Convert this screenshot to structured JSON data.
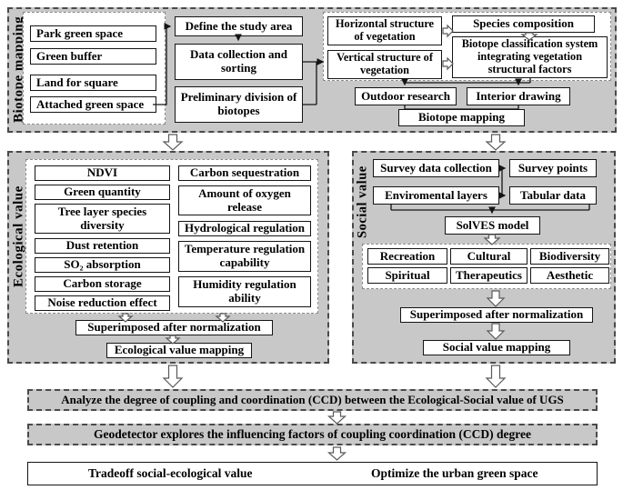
{
  "diagram": {
    "colors": {
      "section_bg": "#c8c8c8",
      "box_bg": "#ffffff",
      "line": "#141414"
    },
    "biotope_mapping": {
      "label": "Biotope mapping",
      "green_space_types": [
        "Park green space",
        "Green buffer",
        "Land for square",
        "Attached green space"
      ],
      "steps": [
        "Define the study area",
        "Data collection and sorting",
        "Preliminary division of biotopes"
      ],
      "vegetation_structures": [
        "Horizontal structure of vegetation",
        "Vertical structure of vegetation"
      ],
      "species_composition": "Species composition",
      "classification_system": "Biotope classification system integrating vegetation structural factors",
      "research_methods": [
        "Outdoor research",
        "Interior drawing"
      ],
      "mapping_result": "Biotope mapping"
    },
    "ecological_value": {
      "label": "Ecological value",
      "indicators_left": [
        "NDVI",
        "Green quantity",
        "Tree layer species diversity",
        "Dust retention",
        "SO₂ absorption",
        "Carbon storage",
        "Noise reduction effect"
      ],
      "indicators_right": [
        "Carbon sequestration",
        "Amount of oxygen release",
        "Hydrological regulation",
        "Temperature regulation capability",
        "Humidity regulation ability"
      ],
      "superimposed": "Superimposed after normalization",
      "mapping_result": "Ecological value mapping"
    },
    "social_value": {
      "label": "Social value",
      "inputs": [
        "Survey data collection",
        "Enviromental layers"
      ],
      "derived_data": [
        "Survey points",
        "Tabular data"
      ],
      "model": "SolVES model",
      "value_types": [
        "Recreation",
        "Cultural",
        "Biodiversity",
        "Spiritual",
        "Therapeutics",
        "Aesthetic"
      ],
      "superimposed": "Superimposed after normalization",
      "mapping_result": "Social value mapping"
    },
    "analysis": {
      "ccd_analysis": "Analyze the degree of coupling and coordination (CCD) between the Ecological-Social value of UGS",
      "geodetector": "Geodetector explores the influencing factors of coupling coordination (CCD) degree",
      "outcomes": [
        "Tradeoff social-ecological value",
        "Optimize the urban green space"
      ]
    }
  }
}
